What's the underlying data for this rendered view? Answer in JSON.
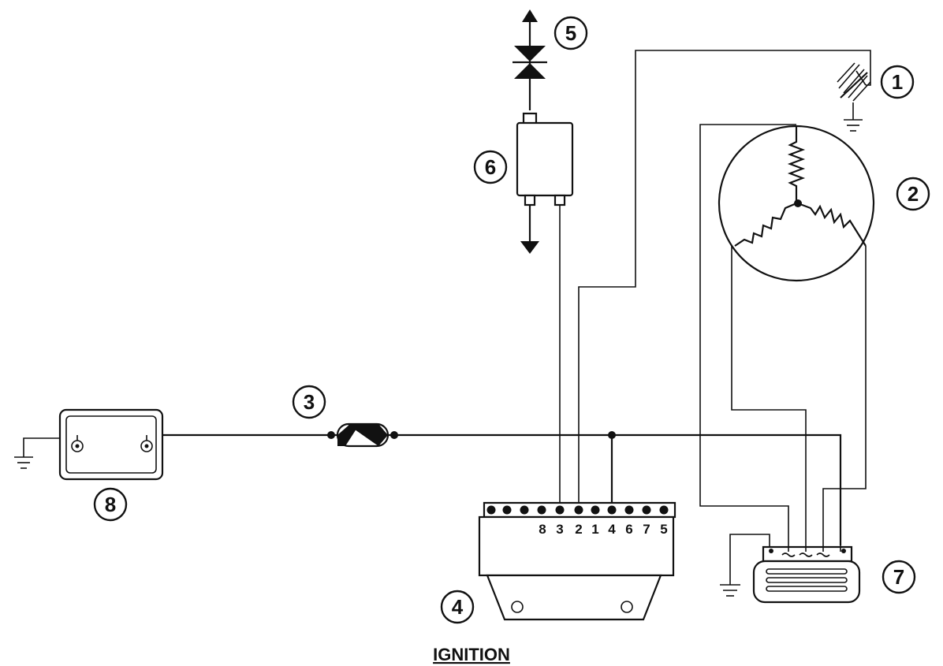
{
  "title": "IGNITION",
  "callouts": {
    "c1": "1",
    "c2": "2",
    "c3": "3",
    "c4": "4",
    "c5": "5",
    "c6": "6",
    "c7": "7",
    "c8": "8"
  },
  "terminal_labels": [
    "8",
    "3",
    "2",
    "1",
    "4",
    "6",
    "7",
    "5"
  ]
}
